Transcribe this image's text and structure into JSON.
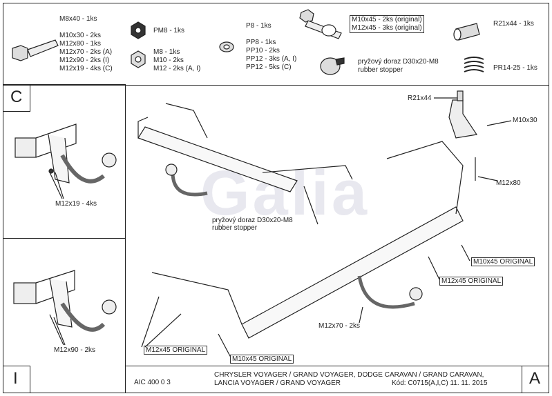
{
  "parts": {
    "m8x40": "M8x40 - 1ks",
    "m10x30": "M10x30 - 2ks",
    "m12x80": "M12x80 - 1ks",
    "m12x70": "M12x70 - 2ks (A)",
    "m12x90": "M12x90 - 2ks (I)",
    "m12x19": "M12x19 - 4ks (C)",
    "pm8": "PM8 - 1ks",
    "m8": "M8 - 1ks",
    "m10": "M10 - 2ks",
    "m12": "M12 - 2ks (A, I)",
    "p8": "P8 - 1ks",
    "pp8": "PP8 - 1ks",
    "pp10": "PP10 - 2ks",
    "pp12a": "PP12 - 3ks (A, I)",
    "pp12c": "PP12 - 5ks (C)",
    "m10x45": "M10x45 - 2ks (original)",
    "m12x45": "M12x45 - 3ks (original)",
    "stopper_cz": "pryžový doraz D30x20-M8",
    "stopper_en": "rubber stopper",
    "r21x44": "R21x44 - 1ks",
    "pr14": "PR14-25 - 1ks"
  },
  "panels": {
    "c_letter": "C",
    "c_label": "M12x19 - 4ks",
    "i_letter": "I",
    "i_label": "M12x90 - 2ks",
    "a_letter": "A"
  },
  "main": {
    "r21x44": "R21x44",
    "m10x30": "M10x30",
    "m12x80": "M12x80",
    "stopper_cz": "pryžový doraz D30x20-M8",
    "stopper_en": "rubber stopper",
    "m10x45_orig_r": "M10x45 ORIGINAL",
    "m12x45_orig_r": "M12x45 ORIGINAL",
    "m12x70": "M12x70 - 2ks",
    "m12x45_orig_l": "M12x45 ORIGINAL",
    "m10x45_orig_l": "M10x45 ORIGINAL",
    "watermark": "Galia"
  },
  "footer": {
    "code": "AIC 400 0 3",
    "vehicle_1": "CHRYSLER VOYAGER / GRAND VOYAGER, DODGE CARAVAN / GRAND CARAVAN,",
    "vehicle_2": "LANCIA VOYAGER / GRAND VOYAGER",
    "kod": "Kód: C0715(A,I,C)  11. 11. 2015"
  }
}
